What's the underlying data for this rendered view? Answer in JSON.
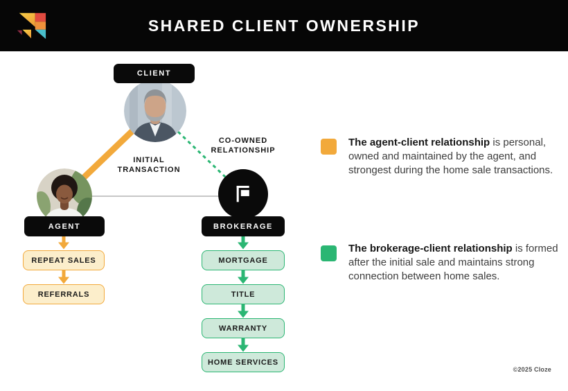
{
  "header": {
    "title": "SHARED CLIENT OWNERSHIP",
    "logo_icon": "cloze-logo"
  },
  "diagram": {
    "client": {
      "label": "CLIENT",
      "photo": "man-gray-hair-beard-suit"
    },
    "agent": {
      "label": "AGENT",
      "photo": "smiling-woman-natural-hair"
    },
    "brokerage": {
      "label": "BROKERAGE",
      "icon": "for-sale-sign-icon"
    },
    "edges": {
      "initial_transaction": {
        "label": "INITIAL TRANSACTION",
        "color": "#F2A93B",
        "style": "solid-thick"
      },
      "co_owned_relationship": {
        "label": "CO-OWNED RELATIONSHIP",
        "color": "#2BB673",
        "style": "dashed"
      },
      "agent_brokerage": {
        "color": "#C6C6C6",
        "style": "solid-thin"
      }
    },
    "agent_chain": [
      "REPEAT SALES",
      "REFERRALS"
    ],
    "brokerage_chain": [
      "MORTGAGE",
      "TITLE",
      "WARRANTY",
      "HOME SERVICES"
    ]
  },
  "legend": {
    "items": [
      {
        "bullet_color": "#F2A93B",
        "lead": "The agent-client relationship",
        "rest": " is personal, owned and maintained by the agent, and strongest during the home sale transactions."
      },
      {
        "bullet_color": "#2BB673",
        "lead": "The brokerage-client relationship",
        "rest": " is formed after the initial sale and maintains strong connection between home sales."
      }
    ]
  },
  "footer": {
    "copyright": "©2025 Cloze"
  },
  "colors": {
    "accent_orange": "#F2A93B",
    "accent_green": "#2BB673",
    "cream_fill": "#FCEECB",
    "mint_fill": "#CEE9DA",
    "node_black": "#0A0A0A",
    "header_black": "#060606"
  }
}
